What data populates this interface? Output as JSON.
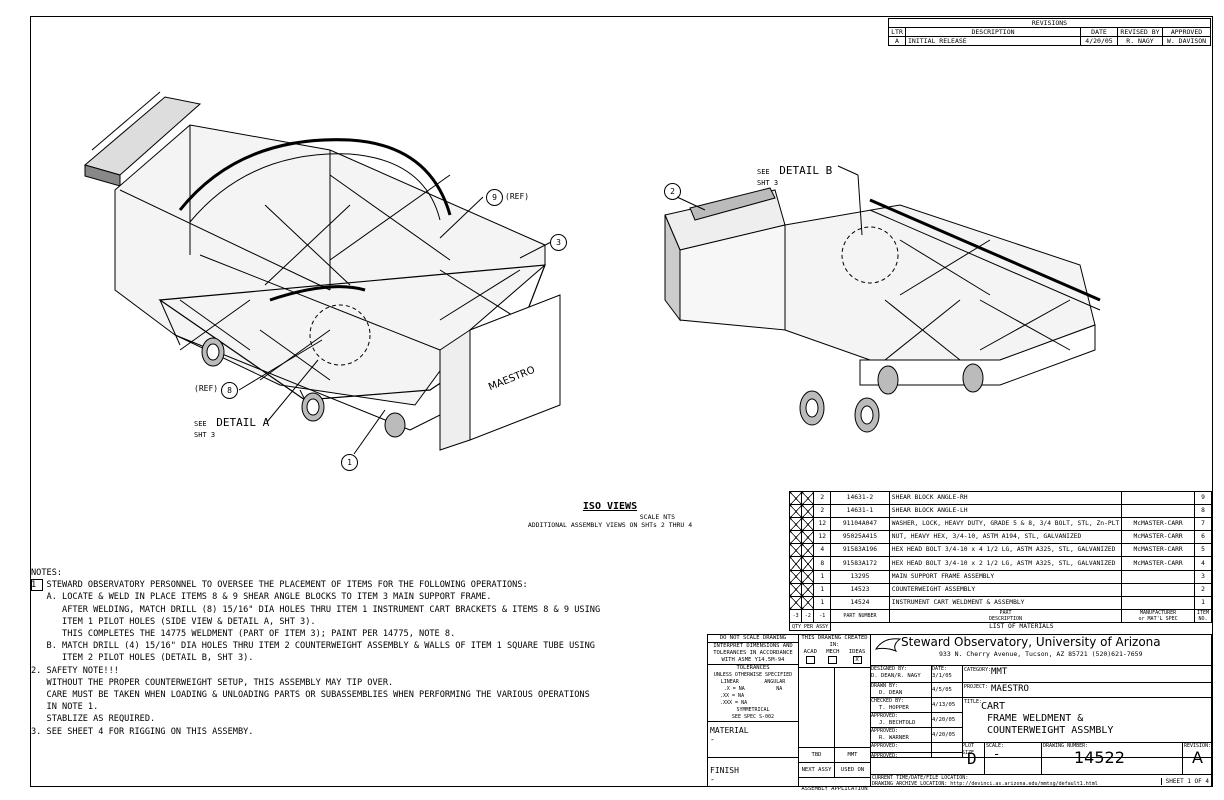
{
  "revisions": {
    "title": "REVISIONS",
    "headers": [
      "LTR",
      "DESCRIPTION",
      "DATE",
      "REVISED BY",
      "APPROVED"
    ],
    "rows": [
      [
        "A",
        "INITIAL RELEASE",
        "4/20/05",
        "R. NAGY",
        "W. DAVISON"
      ]
    ]
  },
  "callouts": {
    "detail_b_see": "SEE",
    "detail_b": "DETAIL B",
    "detail_b_sht": "SHT 3",
    "detail_a_see": "SEE",
    "detail_a": "DETAIL A",
    "detail_a_sht": "SHT 3",
    "b9": "9",
    "b9_ref": "(REF)",
    "b3": "3",
    "b8": "8",
    "b8_ref": "(REF)",
    "b1": "1",
    "b2": "2",
    "maestro": "MAESTRO"
  },
  "iso": {
    "title": "ISO VIEWS",
    "scale": "SCALE NTS",
    "note": "ADDITIONAL ASSEMBLY VIEWS ON SHTs 2 THRU 4"
  },
  "bom": {
    "rows": [
      [
        "2",
        "14631-2",
        "SHEAR BLOCK ANGLE-RH",
        "",
        "9"
      ],
      [
        "2",
        "14631-1",
        "SHEAR BLOCK ANGLE-LH",
        "",
        "8"
      ],
      [
        "12",
        "91104A047",
        "WASHER, LOCK, HEAVY DUTY, GRADE 5 & 8, 3/4 BOLT, STL, Zn-PLT",
        "McMASTER-CARR",
        "7"
      ],
      [
        "12",
        "95025A415",
        "NUT, HEAVY HEX, 3/4-10, ASTM A194, STL, GALVANIZED",
        "McMASTER-CARR",
        "6"
      ],
      [
        "4",
        "91583A196",
        "HEX HEAD BOLT 3/4-10 x 4 1/2 LG, ASTM A325, STL, GALVANIZED",
        "McMASTER-CARR",
        "5"
      ],
      [
        "8",
        "91583A172",
        "HEX HEAD BOLT 3/4-10 x 2 1/2 LG, ASTM A325, STL, GALVANIZED",
        "McMASTER-CARR",
        "4"
      ],
      [
        "1",
        "13295",
        "MAIN SUPPORT FRAME ASSEMBLY",
        "",
        "3"
      ],
      [
        "1",
        "14523",
        "COUNTERWEIGHT ASSEMBLY",
        "",
        "2"
      ],
      [
        "1",
        "14524",
        "INSTRUMENT CART WELDMENT & ASSEMBLY",
        "",
        "1"
      ]
    ],
    "hdr_cols": [
      "-3",
      "-2",
      "-1"
    ],
    "hdr_qty": "QTY PER ASSY",
    "hdr_part": "PART NUMBER",
    "hdr_desc_1": "PART",
    "hdr_desc_2": "DESCRIPTION",
    "hdr_mfr_1": "MANUFACTURER",
    "hdr_mfr_2": "or MAT'L SPEC",
    "hdr_item_1": "ITEM",
    "hdr_item_2": "NO.",
    "list_title": "LIST OF MATERIALS"
  },
  "notes": {
    "title": "NOTES:",
    "lines": [
      "1  STEWARD OBSERVATORY PERSONNEL TO OVERSEE THE PLACEMENT OF ITEMS FOR THE FOLLOWING OPERATIONS:",
      "   A. LOCATE & WELD IN PLACE ITEMS 8 & 9 SHEAR ANGLE BLOCKS TO ITEM 3 MAIN SUPPORT FRAME.",
      "      AFTER WELDING, MATCH DRILL (8) 15/16\" DIA HOLES THRU ITEM 1 INSTRUMENT CART BRACKETS & ITEMS 8 & 9 USING",
      "      ITEM 1 PILOT HOLES (SIDE VIEW & DETAIL A, SHT 3).",
      "      THIS COMPLETES THE 14775 WELDMENT (PART OF ITEM 3); PAINT PER 14775, NOTE 8.",
      "   B. MATCH DRILL (4) 15/16\" DIA HOLES THRU ITEM 2 COUNTERWEIGHT ASSEMBLY & WALLS OF ITEM 1 SQUARE TUBE USING",
      "      ITEM 2 PILOT HOLES (DETAIL B, SHT 3).",
      "2. SAFETY NOTE!!!",
      "   WITHOUT THE PROPER COUNTERWEIGHT SETUP, THIS ASSEMBLY MAY TIP OVER.",
      "   CARE MUST BE TAKEN WHEN LOADING & UNLOADING PARTS OR SUBASSEMBLIES WHEN PERFORMING THE VARIOUS OPERATIONS",
      "   IN NOTE 1.",
      "   STABLIZE AS REQUIRED.",
      "3. SEE SHEET 4 FOR RIGGING ON THIS ASSEMBY."
    ]
  },
  "titleblock": {
    "do_not_scale": "DO NOT SCALE DRAWING",
    "interpret_1": "INTERPRET DIMENSIONS AND",
    "interpret_2": "TOLERANCES IN ACCORDANCE",
    "interpret_3": "WITH ASME Y14.5M-94",
    "tolerances": "TOLERANCES",
    "unless": "UNLESS OTHERWISE SPECIFIED",
    "linear": "LINEAR",
    "angular": "ANGULAR",
    "tol_x": ".X    = NA",
    "tol_xx": ".XX   = NA",
    "tol_xxx": ".XXX  = NA",
    "tol_ang": "NA",
    "symmetrical": "SYMMETRICAL",
    "see_spec": "SEE SPEC S-002",
    "material_label": "MATERIAL",
    "material_value": "-",
    "finish_label": "FINISH",
    "finish_value": "-",
    "created_in": "THIS DRAWING CREATED IN:",
    "acad": "ACAD",
    "mech": "MECH",
    "ideas": "IDEAS",
    "ideas_mark": "X",
    "tbd": "TBD",
    "mmt": "MMT",
    "next_assy": "NEXT ASSY",
    "used_on": "USED ON",
    "assy_app": "ASSEMBLY APPLICATION",
    "org": "Steward Observatory, University of Arizona",
    "address": "933 N. Cherry Avenue, Tucson, AZ  85721   (520)621-7659",
    "designed_by_lbl": "DESIGNED BY:",
    "designed_by": "D. DEAN/R. NAGY",
    "date_lbl": "DATE:",
    "designed_date": "3/1/05",
    "category_lbl": "CATEGORY:",
    "category": "MMT",
    "drawn_lbl": "DRAWN BY:",
    "drawn": "D. DEAN",
    "drawn_date": "4/5/05",
    "project_lbl": "PROJECT:",
    "project": "MAESTRO",
    "checked_lbl": "CHECKED BY:",
    "checked": "T. HOPPER",
    "checked_date": "4/13/05",
    "title_lbl": "TITLE:",
    "title_1": "CART",
    "title_2": "FRAME WELDMENT &",
    "title_3": "COUNTERWEIGHT ASSMBLY",
    "approved_lbl": "APPROVED:",
    "approved1": "J. BECHTOLD",
    "approved1_date": "4/20/05",
    "approved2": "R. WARNER",
    "approved2_date": "4/20/05",
    "plot_size_lbl": "PLOT SIZE",
    "plot_size": "D",
    "scale_lbl": "SCALE:",
    "scale": "-",
    "drawing_no_lbl": "DRAWING NUMBER:",
    "drawing_no": "14522",
    "revision_lbl": "REVISION:",
    "revision": "A",
    "current_time_lbl": "CURRENT TIME/DATE/FILE LOCATION:",
    "archive_lbl": "DRAWING ARCHIVE LOCATION: http://devinci.as.arizona.edu/mmtsg/default1.html",
    "sheet": "SHEET 1 OF 4"
  }
}
